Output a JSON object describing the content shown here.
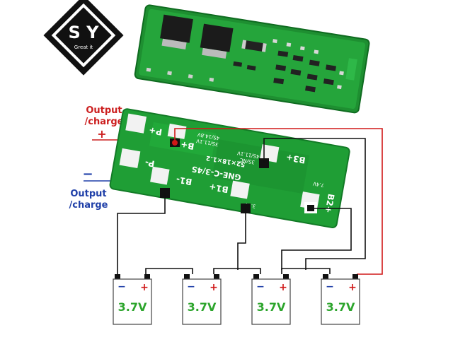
{
  "logo": {
    "brand": "S Y",
    "tagline": "Great it"
  },
  "labels": {
    "positive_output": "Output\n/charge",
    "positive_sign": "+",
    "negative_output": "Output\n/charge",
    "negative_sign": "−"
  },
  "board_silkscreen": {
    "p_plus": "P+",
    "p_minus": "P-",
    "b_plus": "B+",
    "b1_minus": "B1-",
    "b1_plus": "B1+",
    "b2_plus": "B2+",
    "b3_plus": "B3+",
    "model": "GNE-C-3/4S",
    "size": "52×18×1.2",
    "volt_a": "4S/14.8V",
    "volt_a2": "3S/11.1V",
    "volt_b": "4S/11.1V",
    "volt_b2": "3S/NC",
    "cell_v_small": "3.7V",
    "cell_v_small2": "7.4V"
  },
  "batteries": [
    {
      "voltage": "3.7V",
      "neg": "−",
      "pos": "+"
    },
    {
      "voltage": "3.7V",
      "neg": "−",
      "pos": "+"
    },
    {
      "voltage": "3.7V",
      "neg": "−",
      "pos": "+"
    },
    {
      "voltage": "3.7V",
      "neg": "−",
      "pos": "+"
    }
  ],
  "colors": {
    "pcb": "#1f9e35",
    "pcb_dark": "#168029",
    "wire_red": "#d01818",
    "wire_black": "#111111",
    "output_red": "#cc1f1f",
    "output_blue": "#1f3fa8",
    "battery_text": "#2ca52c"
  }
}
